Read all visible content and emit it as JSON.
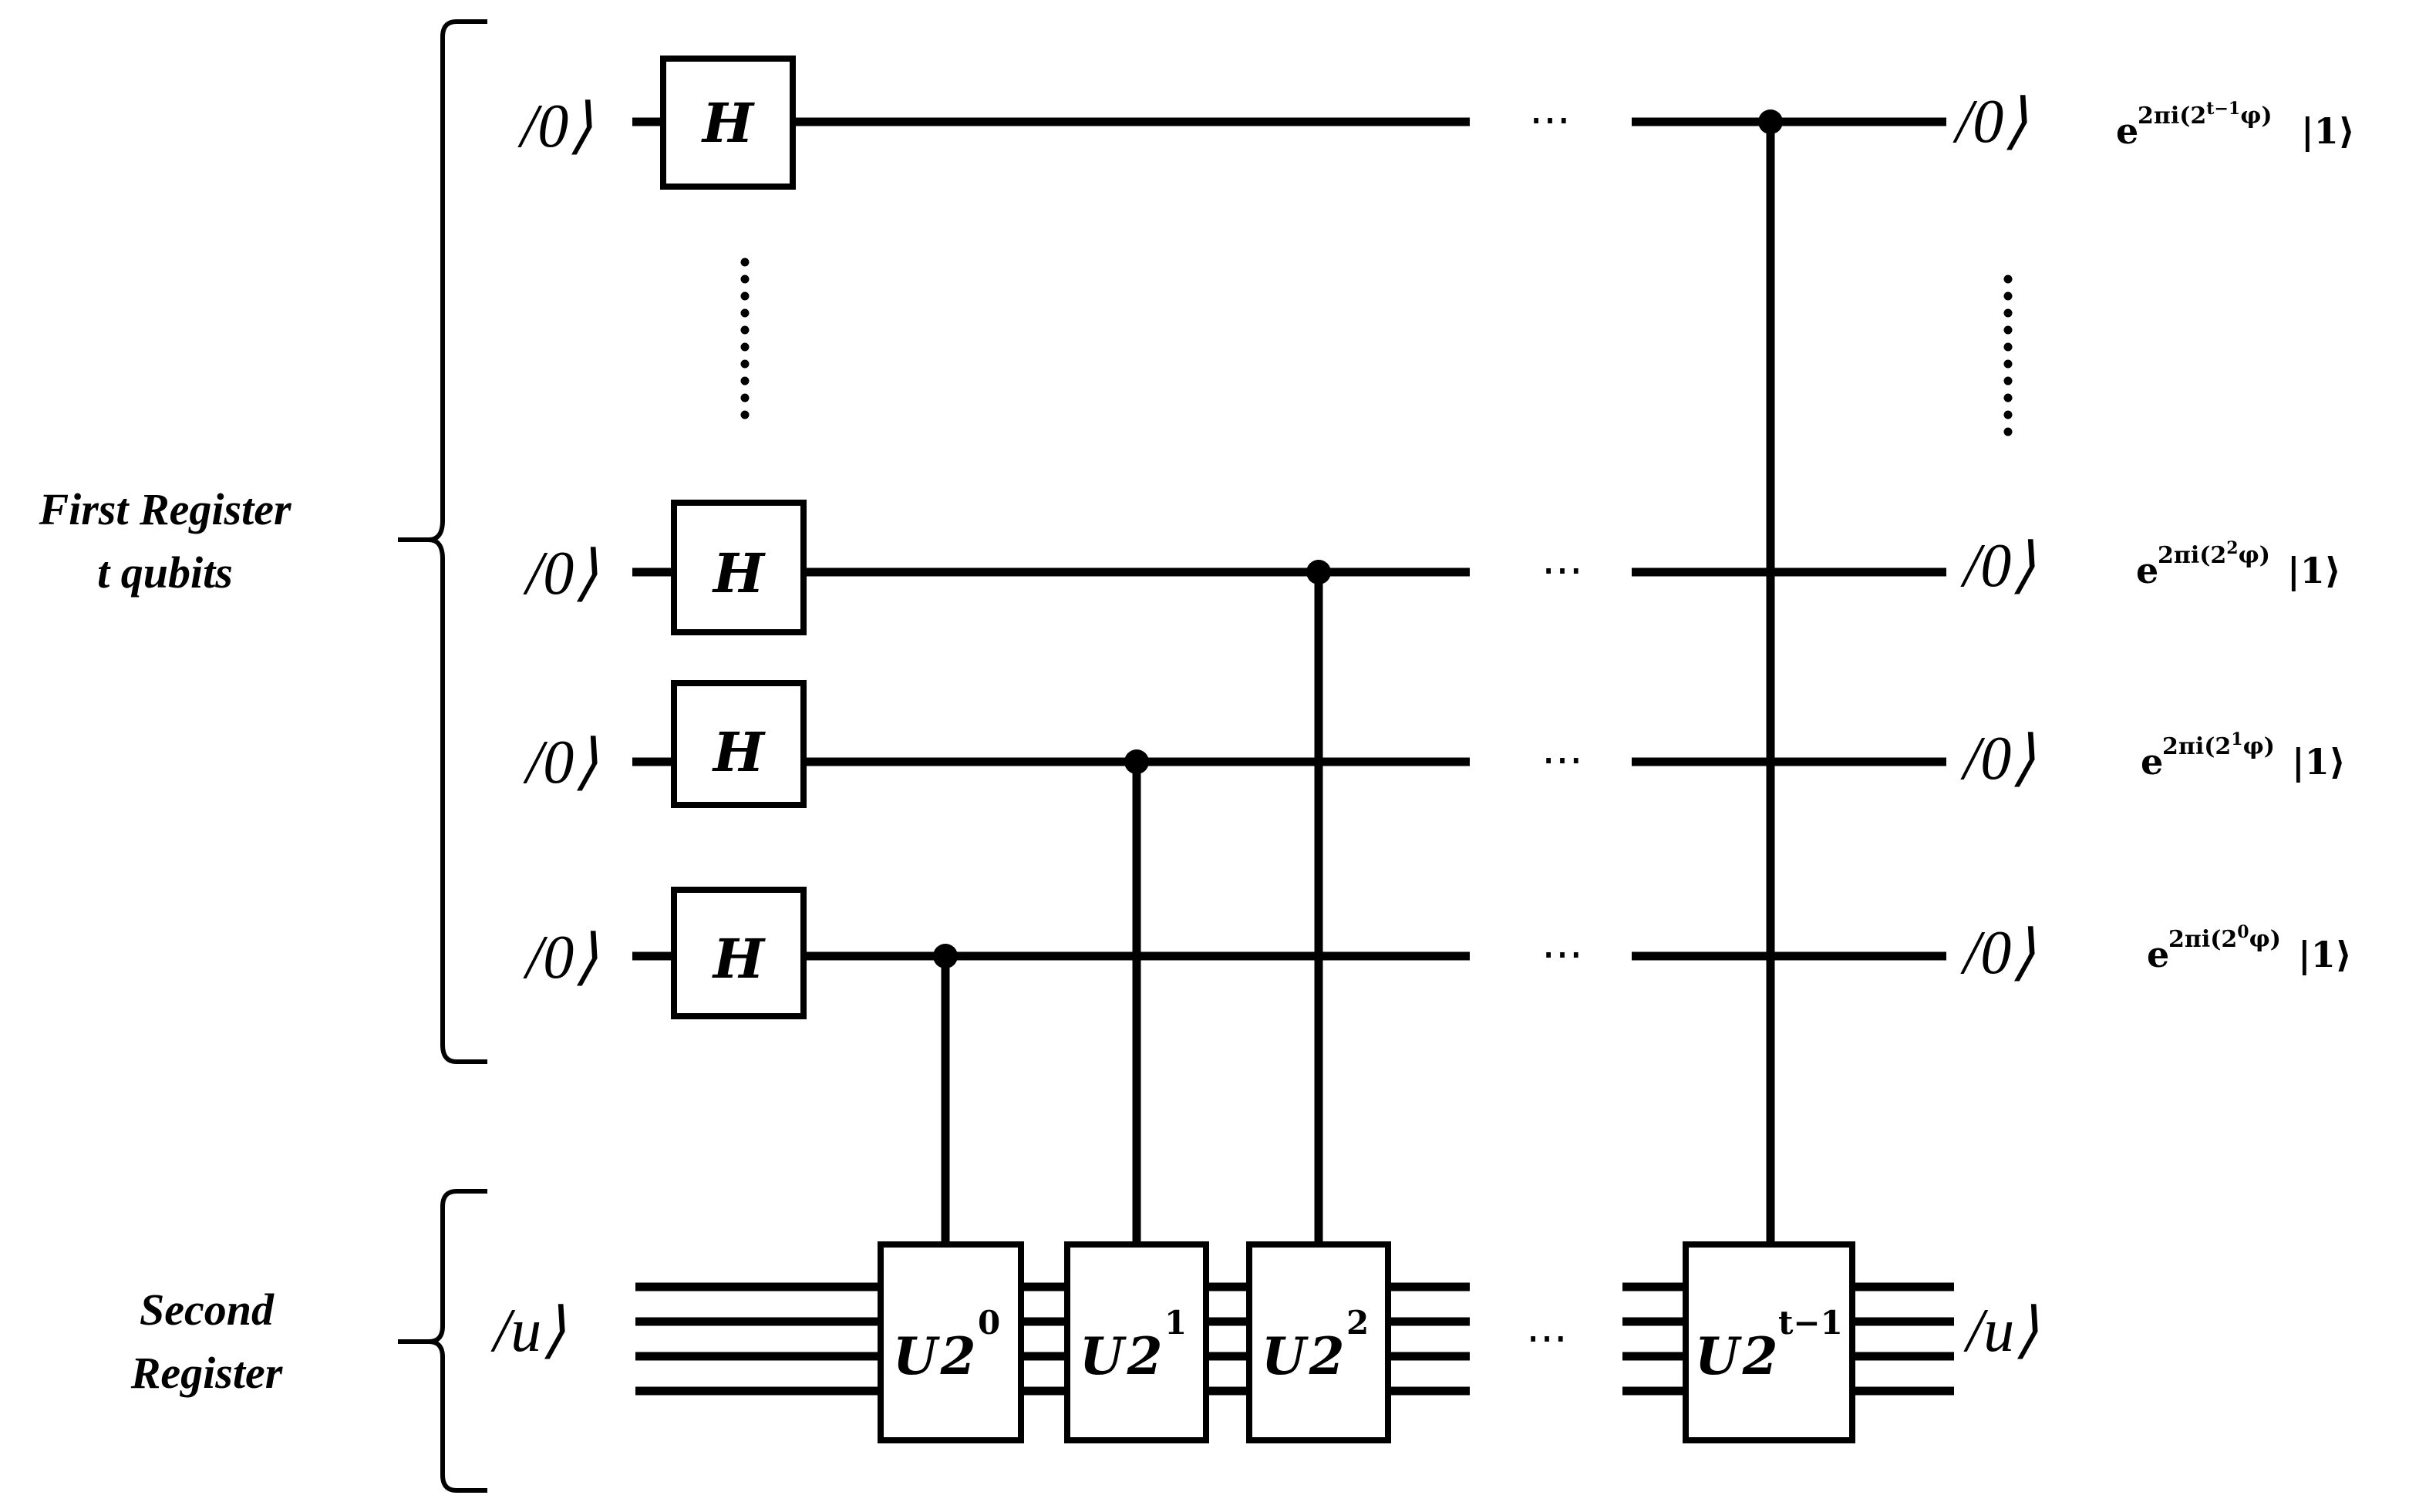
{
  "registers": {
    "first": {
      "line1": "First Register",
      "line2": "t qubits"
    },
    "second": {
      "line1": "Second",
      "line2": "Register"
    }
  },
  "inputs": {
    "qubit_top": "/0⟩",
    "qubit_2": "/0⟩",
    "qubit_1": "/0⟩",
    "qubit_0": "/0⟩",
    "second": "/u⟩"
  },
  "gates": {
    "hadamard": "H",
    "u_base": "U",
    "u0_exp": "2",
    "u0_sup": "0",
    "u1_exp": "2",
    "u1_sup": "1",
    "u2_exp": "2",
    "u2_sup": "2",
    "ut_exp": "2",
    "ut_sup": "t−1"
  },
  "outputs": {
    "qubit_top": "/0⟩",
    "qubit_2": "/0⟩",
    "qubit_1": "/0⟩",
    "qubit_0": "/0⟩",
    "second": "/u⟩"
  },
  "phases": {
    "base": "e",
    "exp_prefix": "2πi(2",
    "exp_suffix": "φ)",
    "ket": "|1⟩",
    "top_power": "t−1",
    "q2_power": "2",
    "q1_power": "1",
    "q0_power": "0"
  },
  "ellipsis": "···"
}
